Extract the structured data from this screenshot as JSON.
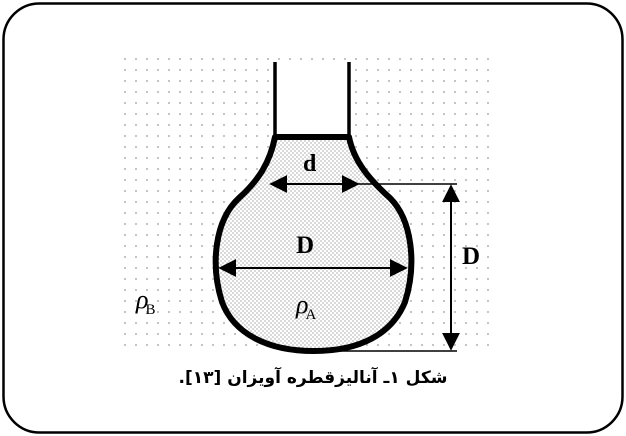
{
  "labels": {
    "neck_width": "d",
    "drop_width": "D",
    "drop_height": "D",
    "inner_density_symbol": "ρ",
    "inner_density_sub": "A",
    "outer_density_symbol": "ρ",
    "outer_density_sub": "B"
  },
  "caption": "شکل ۱ـ آنالیزقطره آویزان [۱۳].",
  "colors": {
    "outline": "#000000",
    "background": "#ffffff",
    "stipple": "#9a9a9a"
  }
}
